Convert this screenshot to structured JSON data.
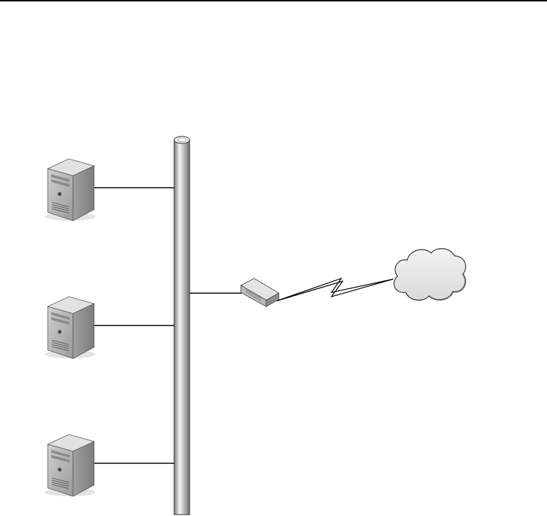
{
  "diagram": {
    "type": "network-topology",
    "colors": {
      "top_rule": "#000000",
      "link_line": "#000000",
      "bus_fill": "#c8c8c8",
      "server_body": "#b8b8b8",
      "cloud_fill": "#e6e6e6"
    },
    "nodes": [
      {
        "name": "server-1",
        "icon": "server-tower-icon"
      },
      {
        "name": "server-2",
        "icon": "server-tower-icon"
      },
      {
        "name": "server-3",
        "icon": "server-tower-icon"
      },
      {
        "name": "network-bus",
        "icon": "backbone-pipe-icon"
      },
      {
        "name": "router",
        "icon": "router-icon"
      },
      {
        "name": "cloud",
        "icon": "cloud-icon"
      }
    ],
    "links": [
      {
        "from": "server-1",
        "to": "network-bus",
        "kind": "wired"
      },
      {
        "from": "server-2",
        "to": "network-bus",
        "kind": "wired"
      },
      {
        "from": "server-3",
        "to": "network-bus",
        "kind": "wired"
      },
      {
        "from": "network-bus",
        "to": "router",
        "kind": "wired"
      },
      {
        "from": "router",
        "to": "cloud",
        "kind": "wan-lightning"
      }
    ]
  }
}
